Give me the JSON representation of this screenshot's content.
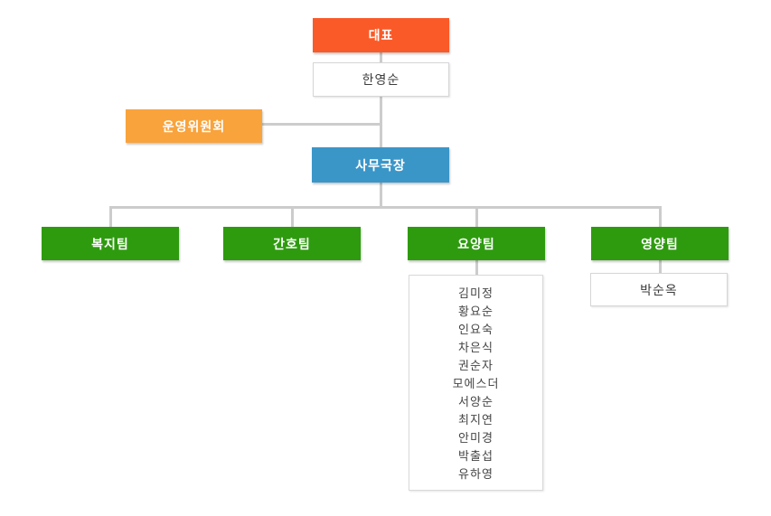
{
  "org_chart": {
    "root": {
      "label": "대표"
    },
    "root_name": {
      "label": "한영순"
    },
    "committee": {
      "label": "운영위원회"
    },
    "director": {
      "label": "사무국장"
    },
    "teams": [
      {
        "label": "복지팀",
        "members": []
      },
      {
        "label": "간호팀",
        "members": []
      },
      {
        "label": "요양팀",
        "members": [
          "김미정",
          "황요순",
          "인요숙",
          "차은식",
          "권순자",
          "모에스더",
          "서양순",
          "최지연",
          "안미경",
          "박출섭",
          "유하영"
        ]
      },
      {
        "label": "영양팀",
        "members": [
          "박순옥"
        ]
      }
    ],
    "colors": {
      "root": "#FA5A28",
      "committee": "#F9A33C",
      "director": "#3B96C8",
      "team": "#2E9B0F",
      "connector": "#CCCCCC"
    }
  }
}
